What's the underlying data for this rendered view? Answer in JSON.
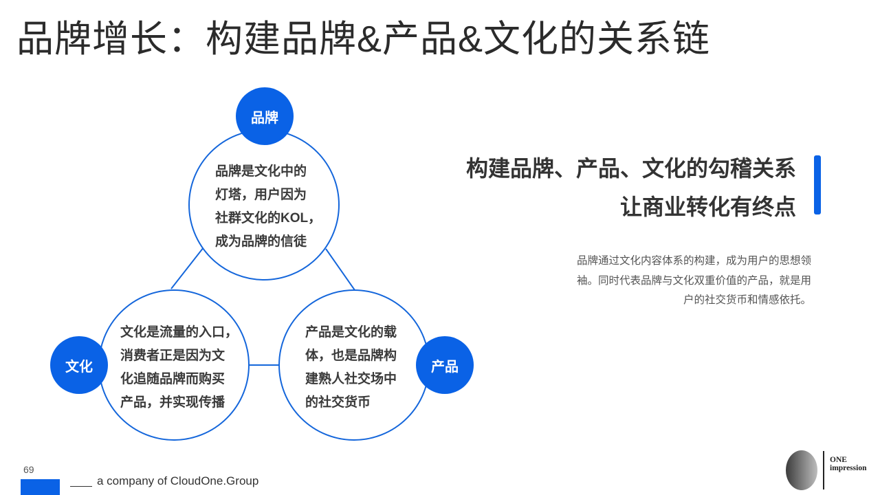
{
  "slide": {
    "title": "品牌增长：构建品牌&产品&文化的关系链",
    "page_number": "69",
    "footer": "a company of CloudOne.Group"
  },
  "diagram": {
    "nodes": [
      {
        "id": "brand",
        "label": "品牌",
        "lines": [
          "品牌是文化中的",
          "灯塔，用户因为",
          "社群文化的KOL，",
          "成为品牌的信徒"
        ]
      },
      {
        "id": "culture",
        "label": "文化",
        "lines": [
          "文化是流量的入口，",
          "消费者正是因为文",
          "化追随品牌而购买",
          "产品，并实现传播"
        ]
      },
      {
        "id": "product",
        "label": "产品",
        "lines": [
          "产品是文化的载",
          "体，也是品牌构",
          "建熟人社交场中",
          "的社交货币"
        ]
      }
    ]
  },
  "aside": {
    "heading_line1": "构建品牌、产品、文化的勾稽关系",
    "heading_line2": "让商业转化有终点",
    "description": "品牌通过文化内容体系的构建，成为用户的思想领袖。同时代表品牌与文化双重价值的产品，就是用户的社交货币和情感依托。"
  },
  "logo": {
    "line1": "ONE",
    "line2": "impression"
  },
  "colors": {
    "accent": "#0A62E6",
    "ring": "#1466DB",
    "text_dark": "#333333"
  }
}
